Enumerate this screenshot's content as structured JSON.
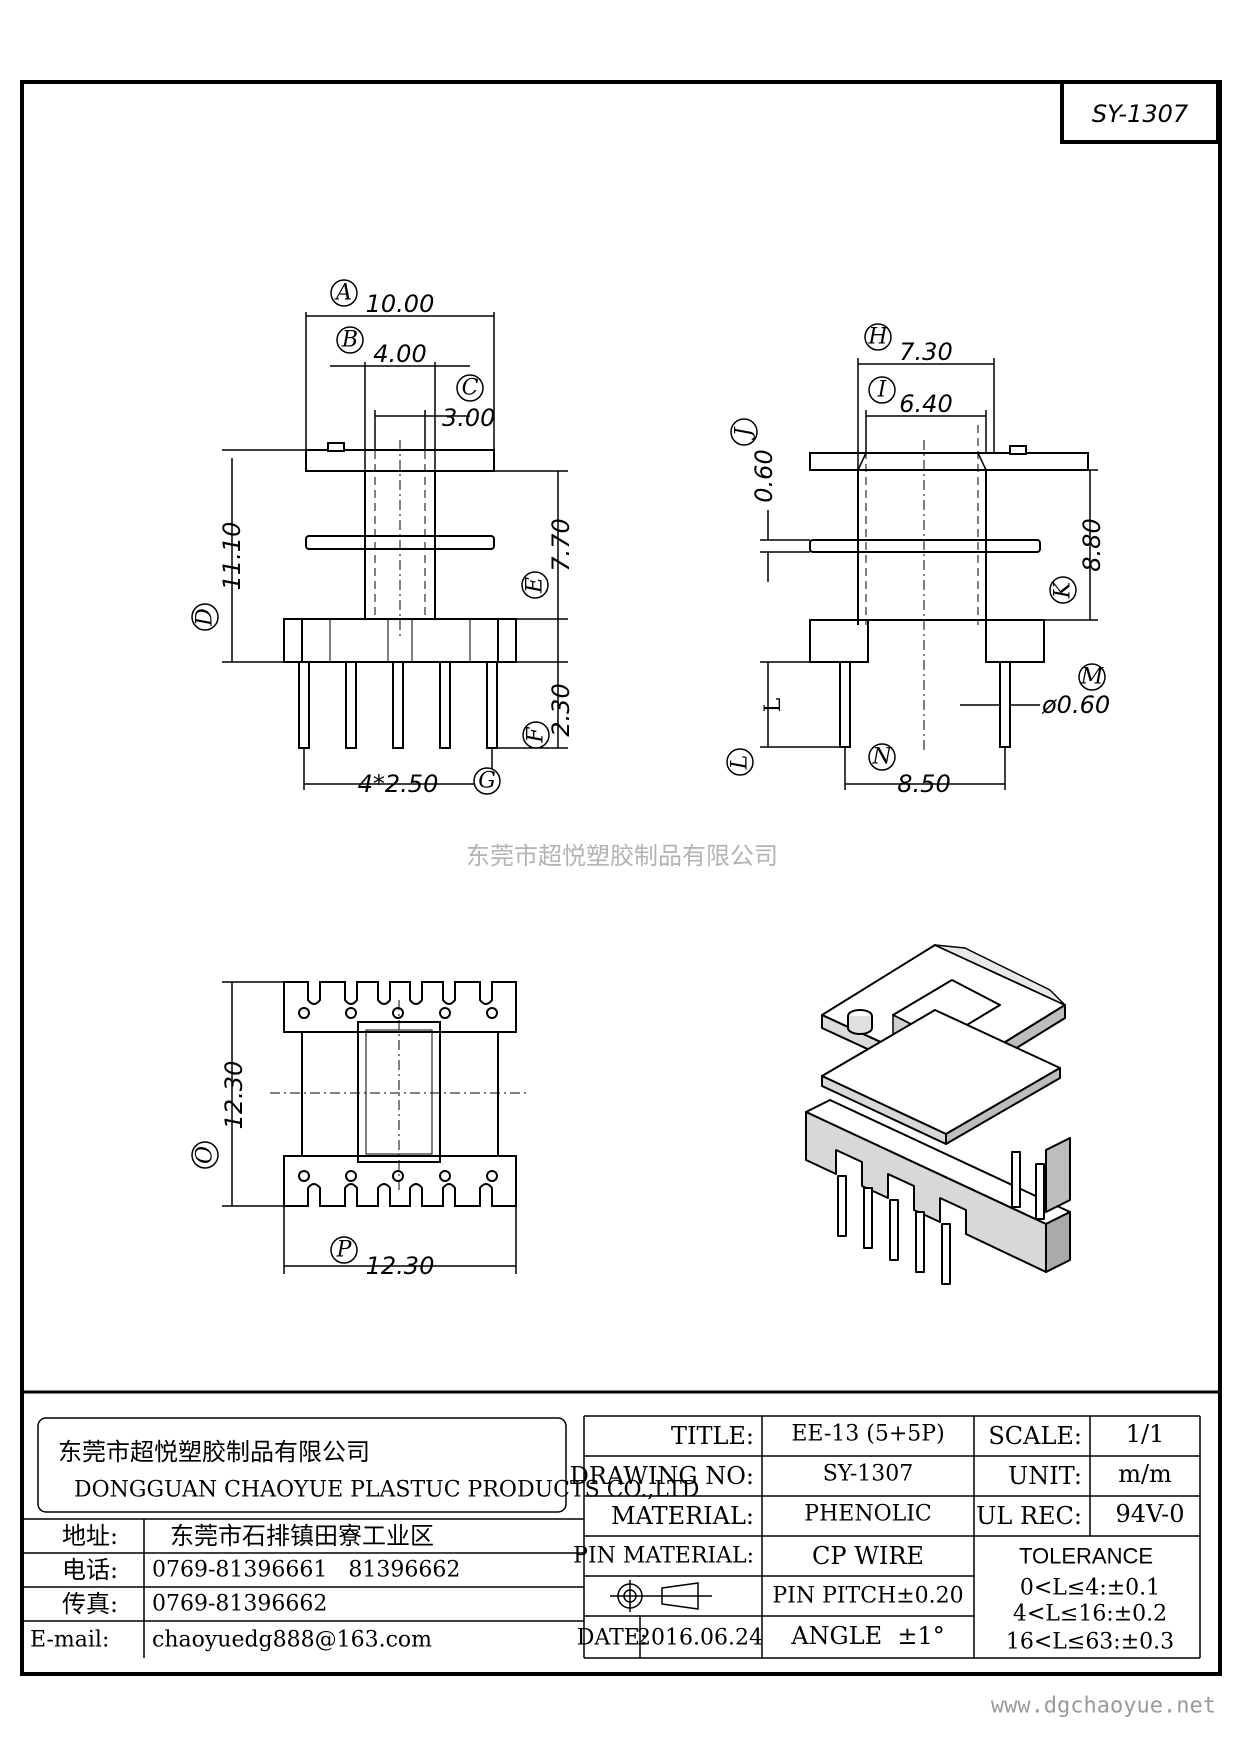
{
  "part_number": "SY-1307",
  "watermark": "东莞市超悦塑胶制品有限公司",
  "website": "www.dgchaoyue.net",
  "front_view": {
    "A": "A",
    "dim_A": "10.00",
    "B": "B",
    "dim_B": "4.00",
    "C": "C",
    "dim_C": "3.00",
    "D": "D",
    "dim_D": "11.10",
    "E": "E",
    "dim_E": "7.70",
    "F": "F",
    "dim_F": "2.30",
    "G": "G",
    "dim_G": "4*2.50"
  },
  "side_view": {
    "H": "H",
    "dim_H": "7.30",
    "I": "I",
    "dim_I": "6.40",
    "J": "J",
    "dim_J": "0.60",
    "K": "K",
    "dim_K": "8.80",
    "L": "L",
    "dim_L": "L",
    "M": "M",
    "dim_M": "ø0.60",
    "N": "N",
    "dim_N": "8.50"
  },
  "bottom_view": {
    "O": "O",
    "dim_O": "12.30",
    "P": "P",
    "dim_P": "12.30"
  },
  "title_block": {
    "company_cn": "东莞市超悦塑胶制品有限公司",
    "company_en": "DONGGUAN CHAOYUE PLASTUC PRODUCTS CO.,LTD",
    "address_label": "地址:",
    "address": "东莞市石排镇田寮工业区",
    "phone_label": "电话:",
    "phone": "0769-81396661   81396662",
    "fax_label": "传真:",
    "fax": "0769-81396662",
    "email_label": "E-mail:",
    "email": "chaoyuedg888@163.com",
    "title_label": "TITLE:",
    "title": "EE-13 (5+5P)",
    "drawing_no_label": "DRAWING NO:",
    "drawing_no": "SY-1307",
    "material_label": "MATERIAL:",
    "material": "PHENOLIC",
    "pin_material_label": "PIN MATERIAL:",
    "pin_material": "CP WIRE",
    "pin_pitch": "PIN PITCH±0.20",
    "date_label": "DATE:",
    "date": "2016.06.24",
    "angle": "ANGLE  ±1°",
    "scale_label": "SCALE:",
    "scale": "1/1",
    "unit_label": "UNIT:",
    "unit": "m/m",
    "ul_rec_label": "UL REC:",
    "ul_rec": "94V-0",
    "tolerance_label": "TOLERANCE",
    "tol_1": "0<L≤4:±0.1",
    "tol_2": "4<L≤16:±0.2",
    "tol_3": "16<L≤63:±0.3"
  }
}
